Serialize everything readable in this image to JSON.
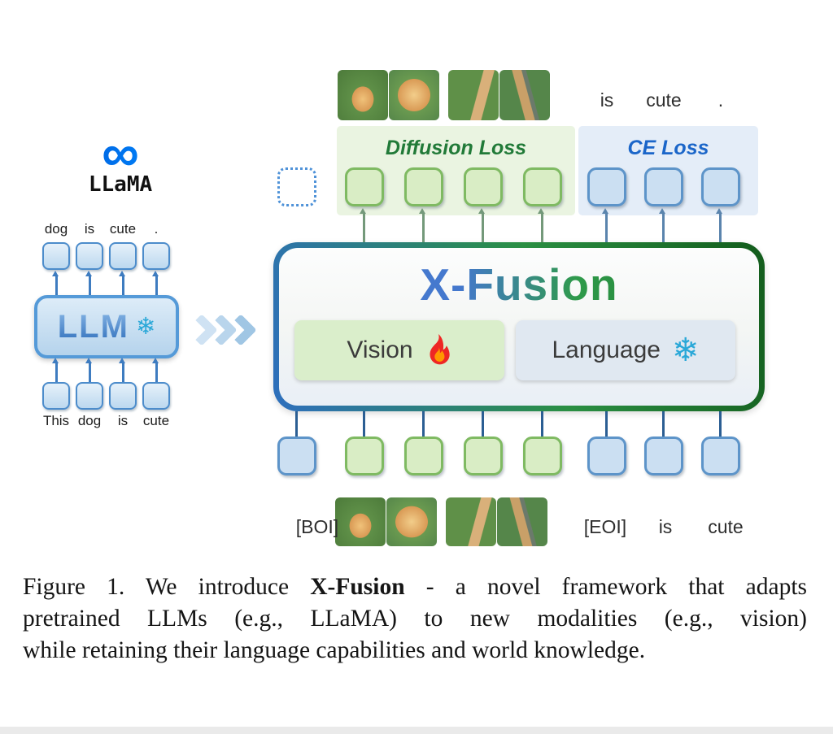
{
  "colors": {
    "accent_blue": "#3178c6",
    "accent_green": "#2e8b3a",
    "token_green_fill": "#d9edc5",
    "token_green_border": "#7fba62",
    "token_blue_fill": "#cbdff2",
    "token_blue_border": "#5d94c9",
    "diffusion_region_bg": "#eaf4e1",
    "ce_region_bg": "#e4edf8",
    "diffusion_label_color": "#217a38",
    "ce_label_color": "#1b66c9",
    "flame_red": "#ee2724",
    "snowflake_cyan": "#2ba8d8",
    "meta_blue": "#0064e0"
  },
  "left_panel": {
    "logo_icon": "∞",
    "model_name": "LLaMA",
    "output_word_tokens": [
      "dog",
      "is",
      "cute",
      "."
    ],
    "llm_box_label": "LLM",
    "frozen_icon": "❄",
    "input_sentence_words": [
      "This",
      "dog",
      "is",
      "cute"
    ]
  },
  "xfusion": {
    "title": "X-Fusion",
    "diffusion_loss_label": "Diffusion Loss",
    "ce_loss_label": "CE Loss",
    "vision_module_label": "Vision",
    "language_module_label": "Language",
    "frozen_icon": "❄",
    "output_text_tokens": [
      "is",
      "cute",
      "."
    ],
    "output_token_row": [
      "dotted",
      "green",
      "green",
      "green",
      "green",
      "blue",
      "blue",
      "blue"
    ],
    "input_token_row": [
      "blue",
      "green",
      "green",
      "green",
      "green",
      "blue",
      "blue",
      "blue"
    ],
    "boi_label": "[BOI]",
    "eoi_label": "[EOI]",
    "input_text_tokens": [
      "is",
      "cute"
    ]
  },
  "caption": {
    "line1_prefix": "Figure 1. We introduce ",
    "line1_bold": "X-Fusion",
    "line1_suffix": " - a novel framework that adapts",
    "line2": "pretrained LLMs (e.g., LLaMA) to new modalities (e.g., vision)",
    "line3": "while retaining their language capabilities and world knowledge."
  }
}
